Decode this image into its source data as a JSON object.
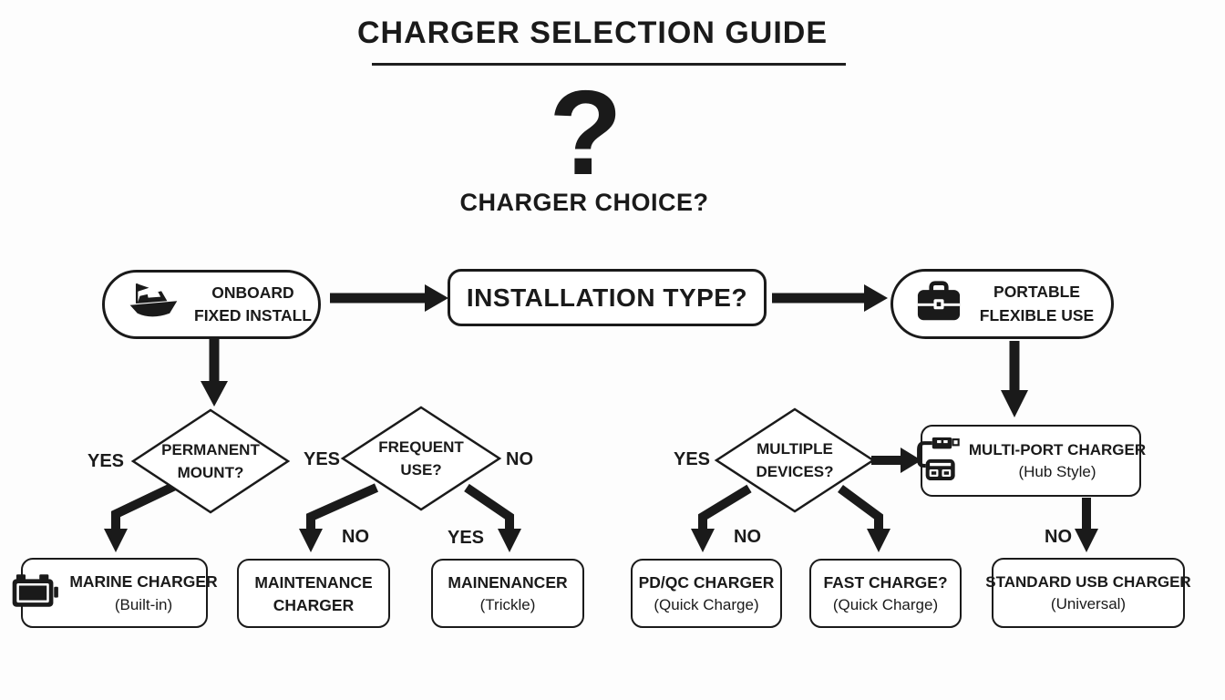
{
  "header": {
    "title": "CHARGER SELECTION GUIDE",
    "big_question_mark": "?",
    "subtitle": "CHARGER CHOICE?"
  },
  "top_row": {
    "onboard": {
      "icon": "boat-icon",
      "line1": "ONBOARD",
      "line2": "FIXED INSTALL"
    },
    "installation": {
      "label": "INSTALLATION TYPE?"
    },
    "portable": {
      "icon": "briefcase-icon",
      "line1": "PORTABLE",
      "line2": "FLEXIBLE USE"
    }
  },
  "decisions": {
    "permanent_mount": {
      "line1": "PERMANENT",
      "line2": "MOUNT?",
      "left_label": "YES"
    },
    "frequent_use": {
      "line1": "FREQUENT",
      "line2": "USE?",
      "left_label": "YES",
      "right_label": "NO",
      "left_branch_label": "NO",
      "right_branch_label": "YES"
    },
    "multiple_devices": {
      "line1": "MULTIPLE",
      "line2": "DEVICES?",
      "left_label": "YES",
      "left_branch_label": "NO"
    }
  },
  "multi_port": {
    "icon": "usb-hub-icon",
    "line1": "MULTI-PORT CHARGER",
    "line2": "(Hub Style)",
    "down_branch_label": "NO"
  },
  "results": {
    "marine": {
      "icon": "battery-icon",
      "line1": "MARINE CHARGER",
      "line2": "(Built-in)"
    },
    "maintenance": {
      "line1": "MAINTENANCE",
      "line2": "CHARGER"
    },
    "trickle": {
      "line1": "MAINENANCER",
      "line2": "(Trickle)"
    },
    "pdqc": {
      "line1": "PD/QC CHARGER",
      "line2": "(Quick Charge)"
    },
    "fast": {
      "line1": "FAST CHARGE?",
      "line2": "(Quick Charge)"
    },
    "standard": {
      "line1": "STANDARD USB CHARGER",
      "line2": "(Universal)"
    }
  },
  "colors": {
    "ink": "#1a1a1a",
    "background": "#ffffff"
  }
}
